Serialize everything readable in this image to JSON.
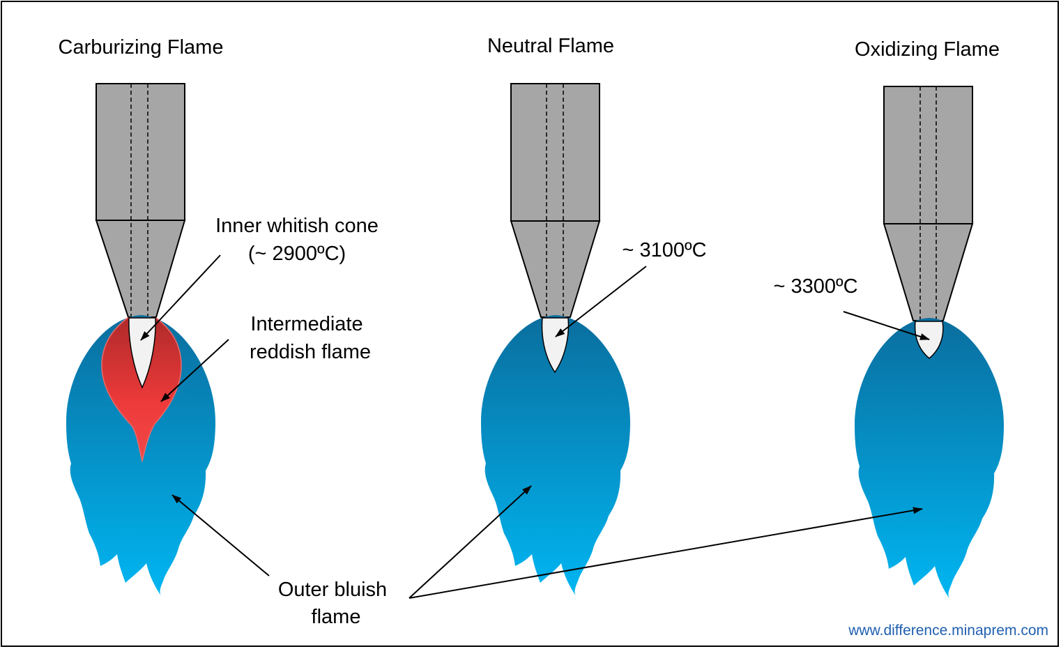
{
  "titles": {
    "carburizing": "Carburizing Flame",
    "neutral": "Neutral Flame",
    "oxidizing": "Oxidizing Flame"
  },
  "labels": {
    "inner_cone_line1": "Inner whitish cone",
    "inner_cone_line2": "(~ 2900ºC)",
    "intermediate_line1": "Intermediate",
    "intermediate_line2": "reddish flame",
    "neutral_temp": "~ 3100ºC",
    "oxidizing_temp": "~ 3300ºC",
    "outer_line1": "Outer bluish",
    "outer_line2": "flame"
  },
  "watermark": "www.difference.minaprem.com",
  "colors": {
    "torch_gray": "#a6a6a6",
    "flame_blue_top": "#0a6e9e",
    "flame_blue_bottom": "#00b6f2",
    "flame_red": "#ee3a3a",
    "flame_red_dark": "#b02a2a",
    "cone_white": "#f2f2f2",
    "watermark": "#1f5fb0"
  }
}
